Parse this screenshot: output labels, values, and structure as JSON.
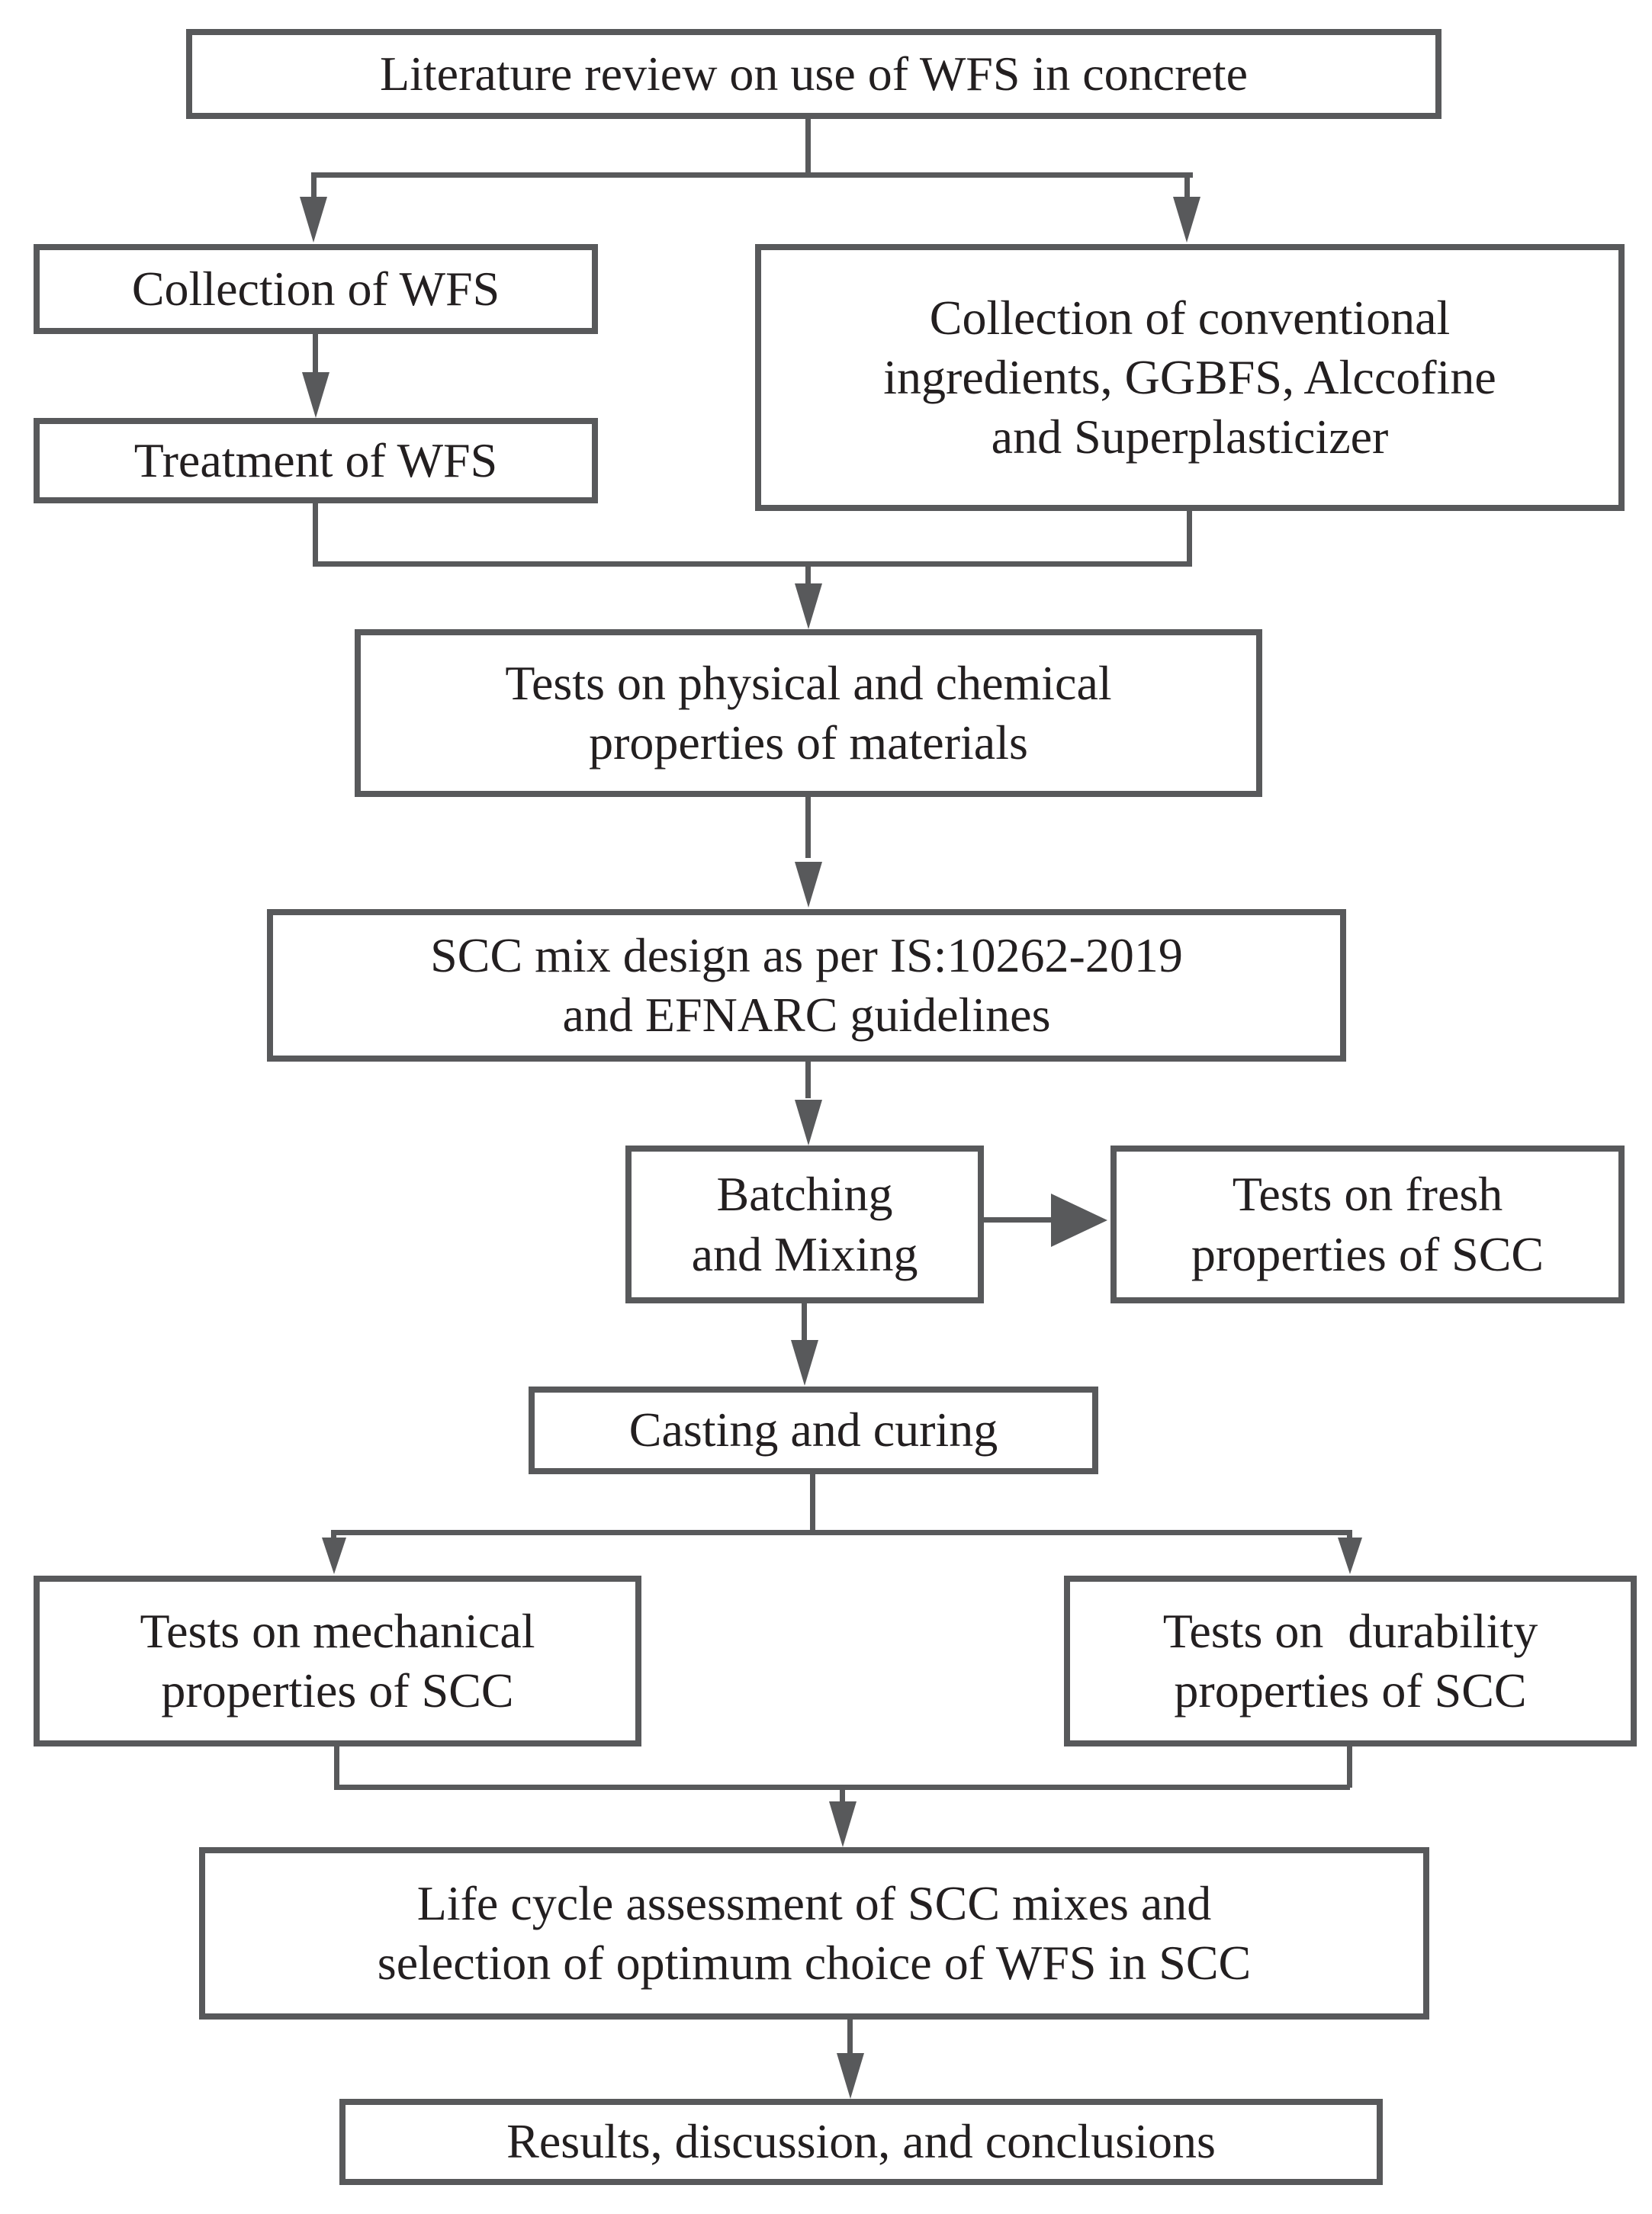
{
  "diagram": {
    "type": "flowchart",
    "colors": {
      "line": "#58595b",
      "text": "#231f20",
      "background": "#ffffff"
    },
    "nodes": {
      "literature_review": {
        "label": "Literature review on use of WFS in concrete"
      },
      "collection_wfs": {
        "label": "Collection of WFS"
      },
      "collection_conventional": {
        "label": "Collection of conventional\ningredients, GGBFS, Alccofine\nand Superplasticizer"
      },
      "treatment_wfs": {
        "label": "Treatment of WFS"
      },
      "tests_physical_chemical": {
        "label": "Tests on physical and chemical\nproperties of materials"
      },
      "scc_mix_design": {
        "label": "SCC mix design as per IS:10262-2019\nand EFNARC guidelines"
      },
      "batching_mixing": {
        "label": "Batching\nand Mixing"
      },
      "tests_fresh": {
        "label": "Tests on fresh\nproperties of SCC"
      },
      "casting_curing": {
        "label": "Casting and curing"
      },
      "tests_mechanical": {
        "label": "Tests on mechanical\nproperties of SCC"
      },
      "tests_durability": {
        "label": "Tests on  durability\nproperties of SCC"
      },
      "life_cycle": {
        "label": "Life cycle assessment of SCC mixes and\nselection of optimum choice of WFS in SCC"
      },
      "results": {
        "label": "Results, discussion, and conclusions"
      }
    },
    "edges": [
      {
        "from": "literature_review",
        "to": "collection_wfs"
      },
      {
        "from": "literature_review",
        "to": "collection_conventional"
      },
      {
        "from": "collection_wfs",
        "to": "treatment_wfs"
      },
      {
        "from": "treatment_wfs",
        "to": "tests_physical_chemical"
      },
      {
        "from": "collection_conventional",
        "to": "tests_physical_chemical"
      },
      {
        "from": "tests_physical_chemical",
        "to": "scc_mix_design"
      },
      {
        "from": "scc_mix_design",
        "to": "batching_mixing"
      },
      {
        "from": "batching_mixing",
        "to": "tests_fresh"
      },
      {
        "from": "batching_mixing",
        "to": "casting_curing"
      },
      {
        "from": "casting_curing",
        "to": "tests_mechanical"
      },
      {
        "from": "casting_curing",
        "to": "tests_durability"
      },
      {
        "from": "tests_mechanical",
        "to": "life_cycle"
      },
      {
        "from": "tests_durability",
        "to": "life_cycle"
      },
      {
        "from": "life_cycle",
        "to": "results"
      }
    ]
  }
}
